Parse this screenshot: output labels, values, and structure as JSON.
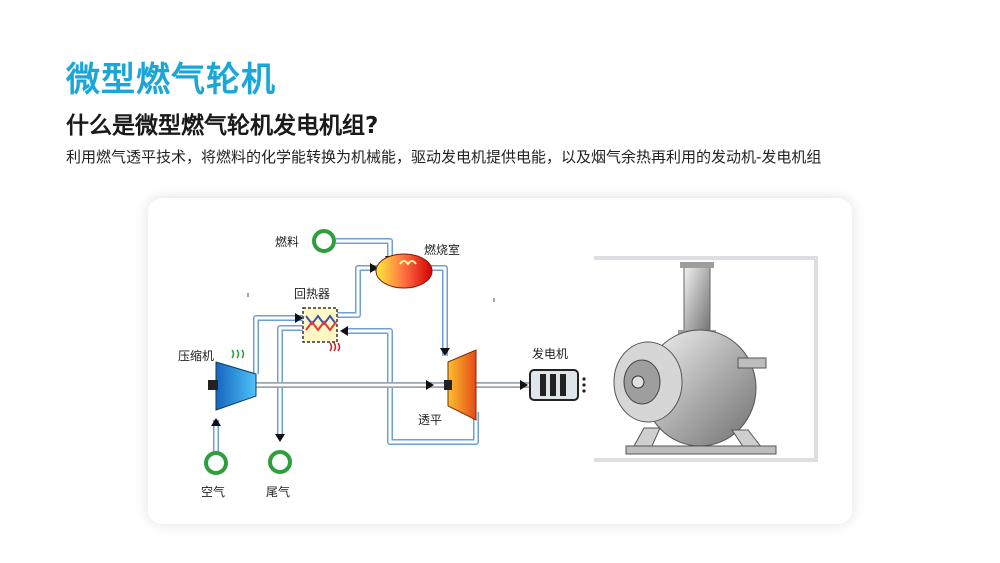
{
  "header": {
    "title": "微型燃气轮机",
    "subtitle": "什么是微型燃气轮机发电机组?",
    "description": "利用燃气透平技术，将燃料的化学能转换为机械能，驱动发电机提供电能，以及烟气余热再利用的发动机-发电机组"
  },
  "diagram": {
    "labels": {
      "fuel": "燃料",
      "combustor": "燃烧室",
      "recuperator": "回热器",
      "compressor": "压缩机",
      "generator": "发电机",
      "turbine": "透平",
      "air": "空气",
      "exhaust": "尾气"
    }
  },
  "colors": {
    "title": "#1aa6d8",
    "pipe": "#7aa7d9",
    "ring": "#2e9e3e",
    "compressor": "#2a7fd4",
    "turbine": "#f07a1a",
    "combustor": "#e8321e"
  },
  "photo": {
    "icon": "micro-turbine-generator-photo"
  }
}
